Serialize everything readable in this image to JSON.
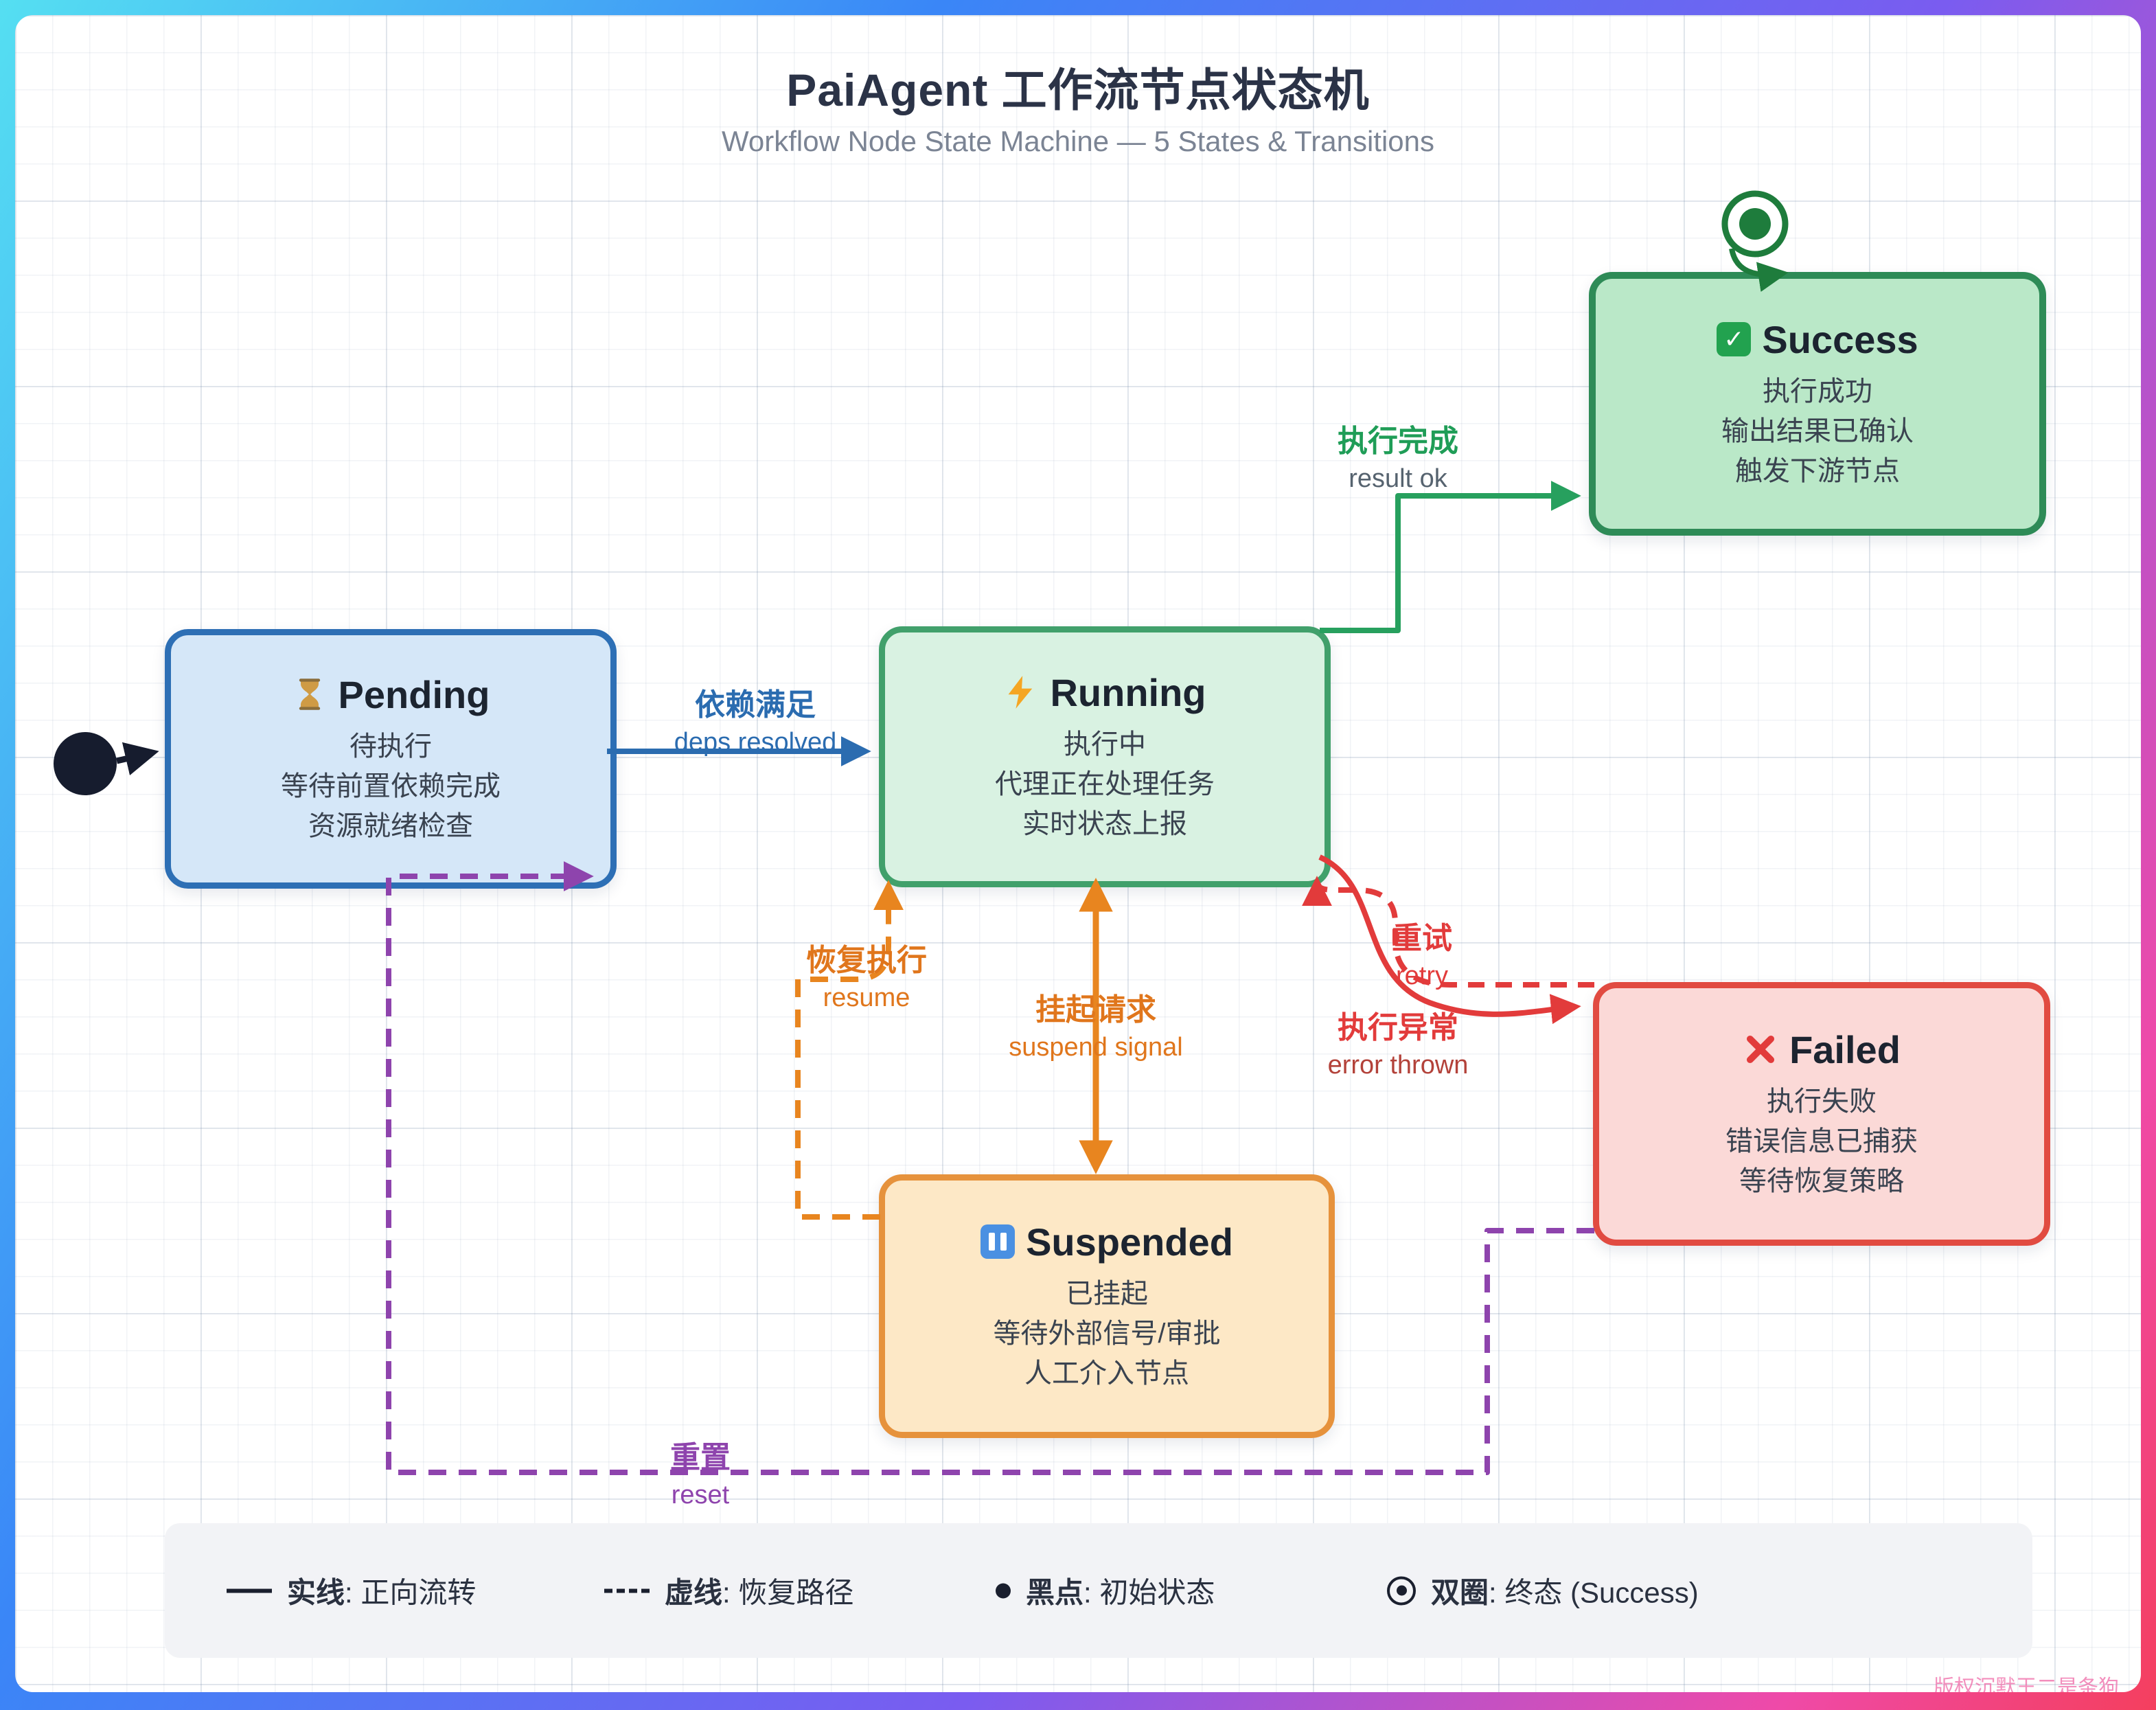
{
  "page": {
    "title": "PaiAgent 工作流节点状态机",
    "subtitle": "Workflow Node State Machine — 5 States & Transitions",
    "watermark": "版权沉默王二是条狗"
  },
  "diagram_type": "state-machine",
  "states": {
    "pending": {
      "icon": "hourglass-icon",
      "name": "Pending",
      "lines": [
        "待执行",
        "等待前置依赖完成",
        "资源就绪检查"
      ],
      "fill": "#d5e7f8",
      "border": "#2d6fb5"
    },
    "running": {
      "icon": "lightning-icon",
      "name": "Running",
      "lines": [
        "执行中",
        "代理正在处理任务",
        "实时状态上报"
      ],
      "fill": "#d9f2e2",
      "border": "#41a06b"
    },
    "success": {
      "icon": "check-icon",
      "name": "Success",
      "lines": [
        "执行成功",
        "输出结果已确认",
        "触发下游节点"
      ],
      "fill": "#bae8c8",
      "border": "#2e8b57"
    },
    "failed": {
      "icon": "cross-icon",
      "name": "Failed",
      "lines": [
        "执行失败",
        "错误信息已捕获",
        "等待恢复策略"
      ],
      "fill": "#fbd9d7",
      "border": "#e14b41"
    },
    "suspended": {
      "icon": "pause-icon",
      "name": "Suspended",
      "lines": [
        "已挂起",
        "等待外部信号/审批",
        "人工介入节点"
      ],
      "fill": "#fde8c6",
      "border": "#e6923c"
    }
  },
  "markers": {
    "initial": {
      "shape": "black-dot",
      "meaning": "初始状态"
    },
    "final": {
      "shape": "double-circle",
      "meaning": "终态 (Success)"
    }
  },
  "transitions": {
    "deps_resolved": {
      "from": "Pending",
      "to": "Running",
      "label": "依赖满足",
      "sublabel": "deps resolved",
      "color": "#2b6cb0",
      "style": "solid"
    },
    "result_ok": {
      "from": "Running",
      "to": "Success",
      "label": "执行完成",
      "sublabel": "result ok",
      "color": "#27a05e",
      "style": "solid"
    },
    "suspend_signal": {
      "from": "Running",
      "to": "Suspended",
      "label": "挂起请求",
      "sublabel": "suspend signal",
      "color": "#e8851f",
      "style": "solid"
    },
    "resume": {
      "from": "Suspended",
      "to": "Running",
      "label": "恢复执行",
      "sublabel": "resume",
      "color": "#e8851f",
      "style": "dashed"
    },
    "error_thrown": {
      "from": "Running",
      "to": "Failed",
      "label": "执行异常",
      "sublabel": "error thrown",
      "color": "#e23b3b",
      "style": "solid"
    },
    "retry": {
      "from": "Failed",
      "to": "Running",
      "label": "重试",
      "sublabel": "retry",
      "color": "#e23b3b",
      "style": "dashed"
    },
    "reset": {
      "from": "Failed",
      "to": "Pending",
      "label": "重置",
      "sublabel": "reset",
      "color": "#8e44ad",
      "style": "dashed"
    }
  },
  "legend": {
    "items": [
      {
        "symbol": "solid-line",
        "term": "实线",
        "desc": ": 正向流转"
      },
      {
        "symbol": "dashed-line",
        "term": "虚线",
        "desc": ": 恢复路径"
      },
      {
        "symbol": "black-dot",
        "term": "黑点",
        "desc": ": 初始状态"
      },
      {
        "symbol": "double-circle",
        "term": "双圈",
        "desc": ": 终态 (Success)"
      }
    ]
  }
}
